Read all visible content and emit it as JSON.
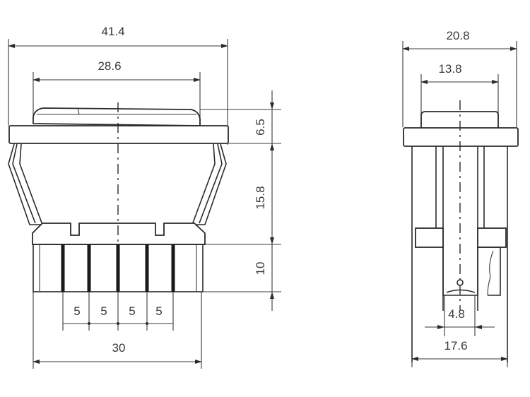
{
  "drawing": {
    "front_view": {
      "dimensions": {
        "overall_width": "41.4",
        "actuator_width": "28.6",
        "flange_height": "6.5",
        "body_height": "15.8",
        "terminal_height": "10",
        "pin_pitch_1": "5",
        "pin_pitch_2": "5",
        "pin_pitch_3": "5",
        "pin_pitch_4": "5",
        "base_width": "30"
      },
      "terminal_count": 5
    },
    "side_view": {
      "dimensions": {
        "overall_width": "20.8",
        "actuator_width": "13.8",
        "terminal_width": "4.8",
        "base_width": "17.6"
      }
    },
    "colors": {
      "line": "#2a2a2a",
      "text": "#3a3a3a",
      "background": "#ffffff"
    }
  }
}
